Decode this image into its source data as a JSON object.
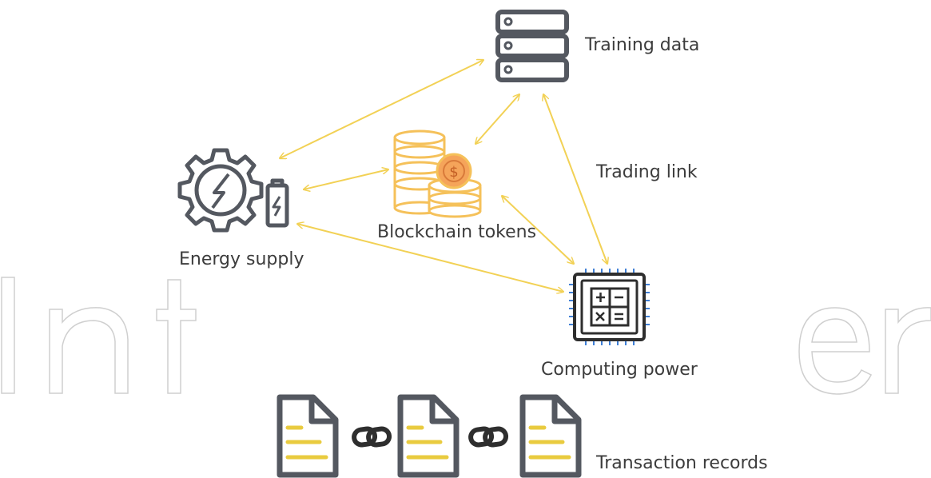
{
  "labels": {
    "training_data": "Training data",
    "trading_link": "Trading link",
    "blockchain_tokens": "Blockchain tokens",
    "energy_supply": "Energy supply",
    "computing_power": "Computing power",
    "transaction_records": "Transaction records"
  },
  "watermark": {
    "text": "IntechOpen"
  },
  "colors": {
    "link": "#f2d155",
    "icon_dark": "#545860",
    "token_gold": "#f5c15a",
    "coin_orange": "#f0a058",
    "doc_yellow": "#e9cb3f",
    "chip_blue": "#3f7fd6",
    "text": "#3c3c3c",
    "watermark": "#cccccc"
  },
  "icons": {
    "training_data": "server-database-icon",
    "blockchain_tokens": "coin-stack-icon",
    "energy_supply": "gear-lightning-battery-icon",
    "computing_power": "calculator-chip-icon",
    "transaction_records": "linked-documents-icon",
    "chain_link": "chain-link-icon"
  }
}
